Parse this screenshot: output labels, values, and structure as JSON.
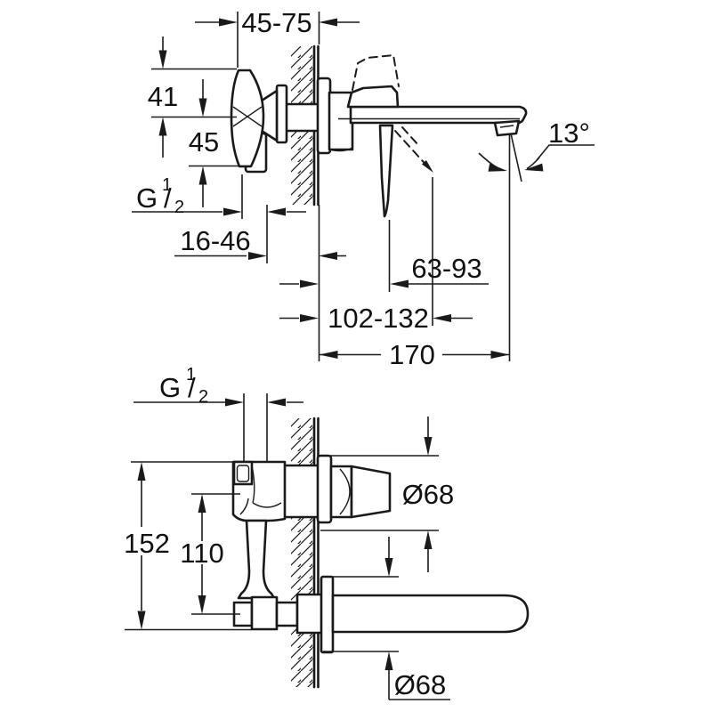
{
  "drawing": {
    "colors": {
      "line": "#1a1a1a",
      "background": "#ffffff"
    },
    "side_view": {
      "dims": {
        "projection": "45-75",
        "handle_above_axis": "41",
        "handle_below_axis": "45",
        "thread": {
          "g": "G",
          "num": "1",
          "slash": "/",
          "den": "2"
        },
        "thread_to_wall": "16-46",
        "lever_reach_min": "63-93",
        "lever_reach_max": "102-132",
        "spout_reach": "170",
        "stream_angle": "13°"
      }
    },
    "front_view": {
      "dims": {
        "thread": {
          "g": "G",
          "num": "1",
          "slash": "/",
          "den": "2"
        },
        "escutcheon_diameter": "Ø68",
        "body_height": "152",
        "spout_drop": "110",
        "spout_escutcheon_diameter": "Ø68"
      }
    }
  }
}
